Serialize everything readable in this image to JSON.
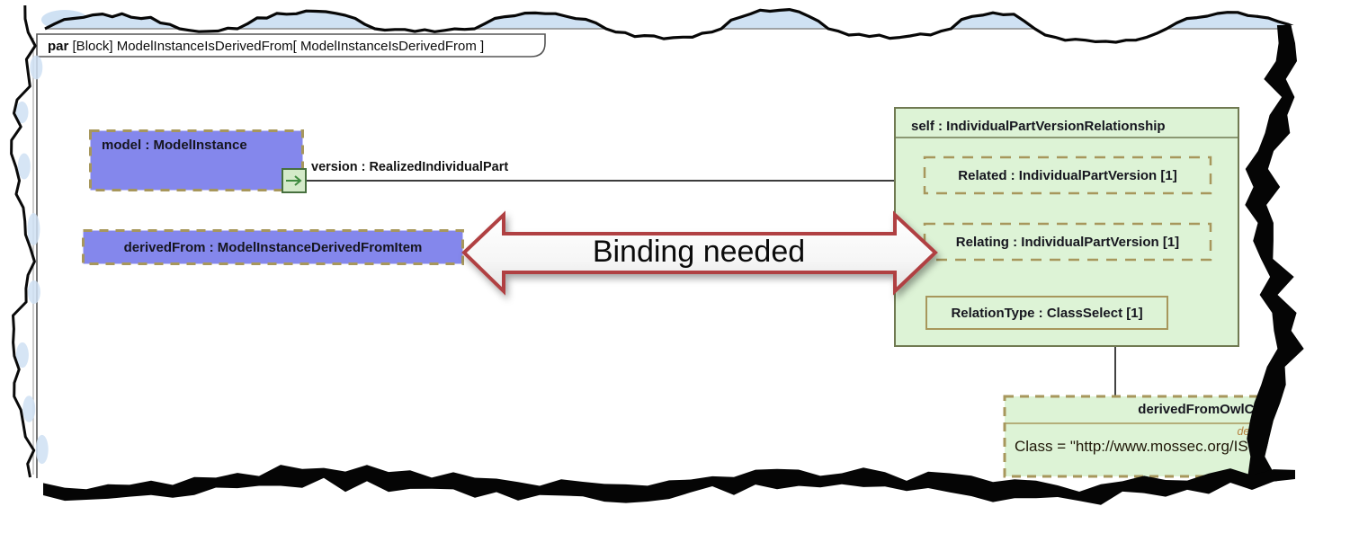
{
  "frame": {
    "keyword": "par",
    "title": "[Block] ModelInstanceIsDerivedFrom[ ModelInstanceIsDerivedFrom ]"
  },
  "parts": {
    "model": {
      "label": "model : ModelInstance"
    },
    "derived_from": {
      "label": "derivedFrom : ModelInstanceDerivedFromItem"
    },
    "wire": {
      "label": "version : RealizedIndividualPart"
    }
  },
  "relationship": {
    "header": "self : IndividualPartVersionRelationship",
    "parts": [
      {
        "label": "Related : IndividualPartVersion [1]"
      },
      {
        "label": "Relating : IndividualPartVersion [1]"
      },
      {
        "label": "RelationType : ClassSelect [1]"
      }
    ]
  },
  "owl_class_box": {
    "header": "derivedFromOwlCla",
    "default_label": "default",
    "value": "Class = \"http://www.mossec.org/ISO/AP"
  },
  "annotation": {
    "label": "Binding needed"
  },
  "icons": {
    "port_arrow_icon": "→"
  },
  "colors": {
    "part_fill": "#8487ec",
    "dashed_border": "#a7975c",
    "block_fill": "#ddf3d6",
    "block_border": "#707a52",
    "connector_green": "#3f8a3f",
    "annotation_red": "#b04143",
    "torn_blue": "#cfe1f3"
  }
}
